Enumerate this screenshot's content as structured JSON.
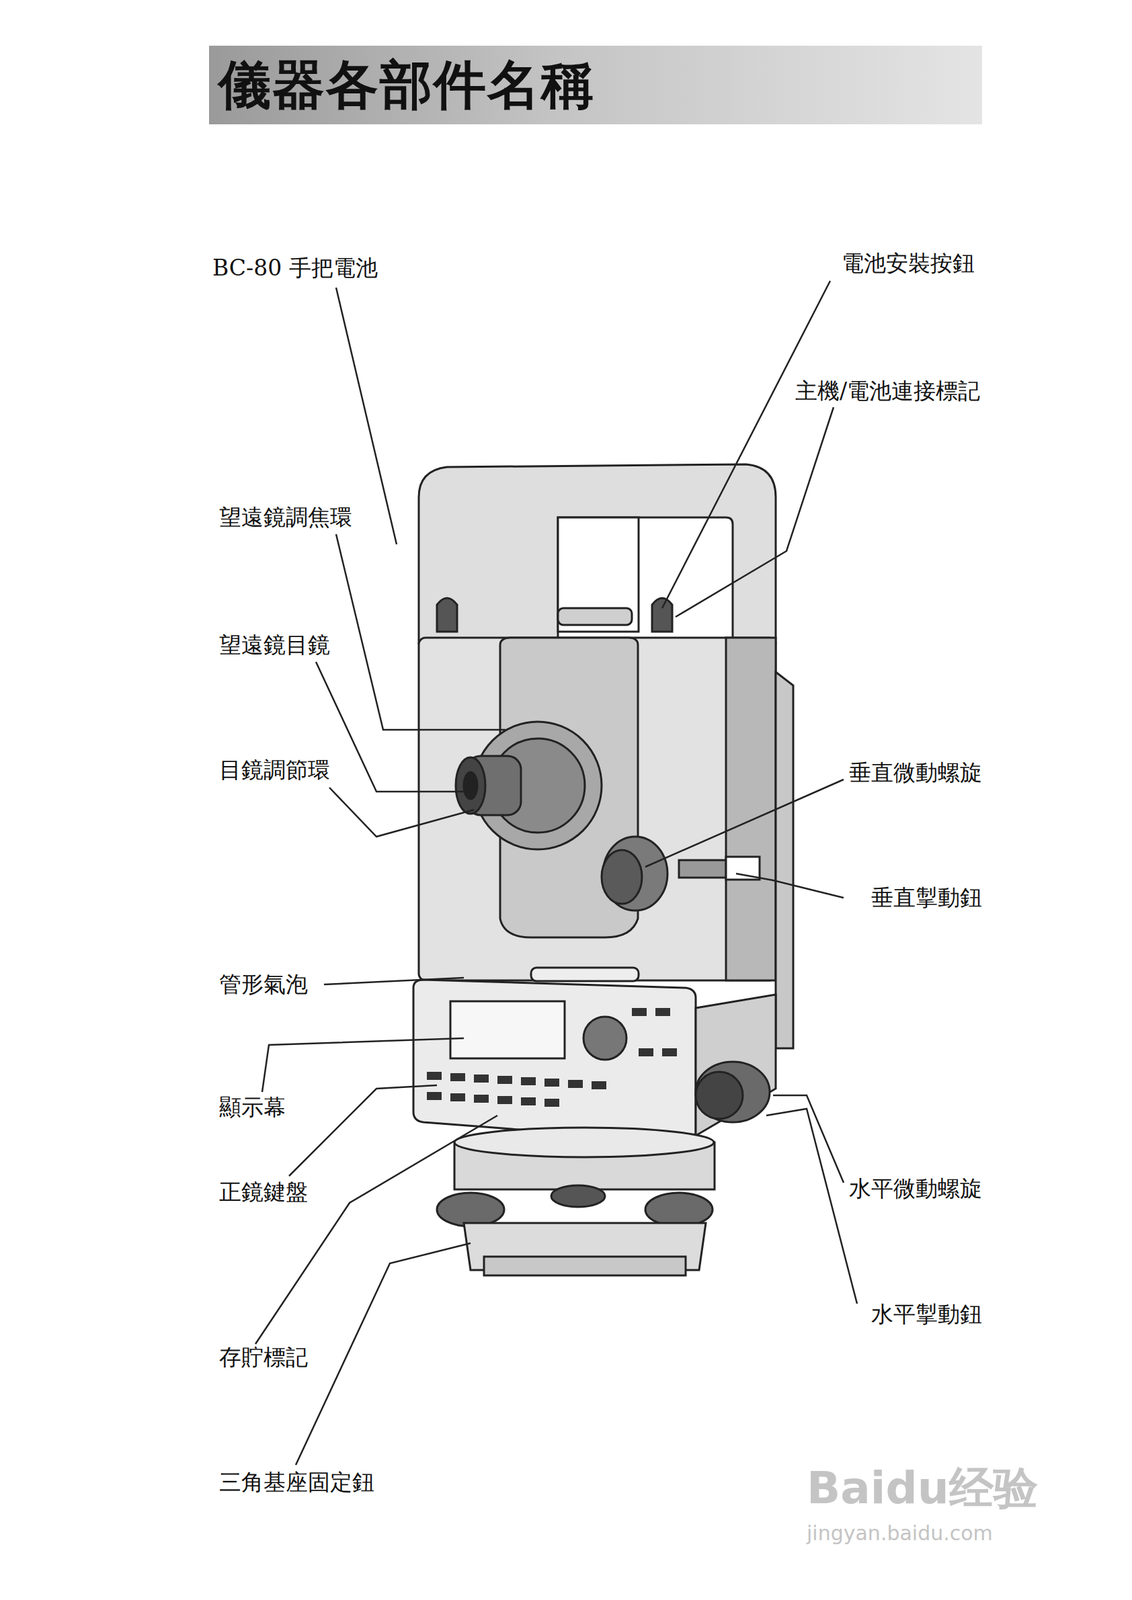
{
  "diagram": {
    "title": "儀器各部件名稱",
    "labels": [
      "BC-80 手把電池",
      "電池安裝按鈕",
      "主機/電池連接標記",
      "望遠鏡調焦環",
      "望遠鏡目鏡",
      "目鏡調節環",
      "垂直微動螺旋",
      "垂直掣動鈕",
      "管形氣泡",
      "顯示幕",
      "正鏡鍵盤",
      "水平微動螺旋",
      "水平掣動鈕",
      "存貯標記",
      "三角基座固定鈕",
      "Baidu经验",
      "jingyan.baidu.com"
    ]
  }
}
